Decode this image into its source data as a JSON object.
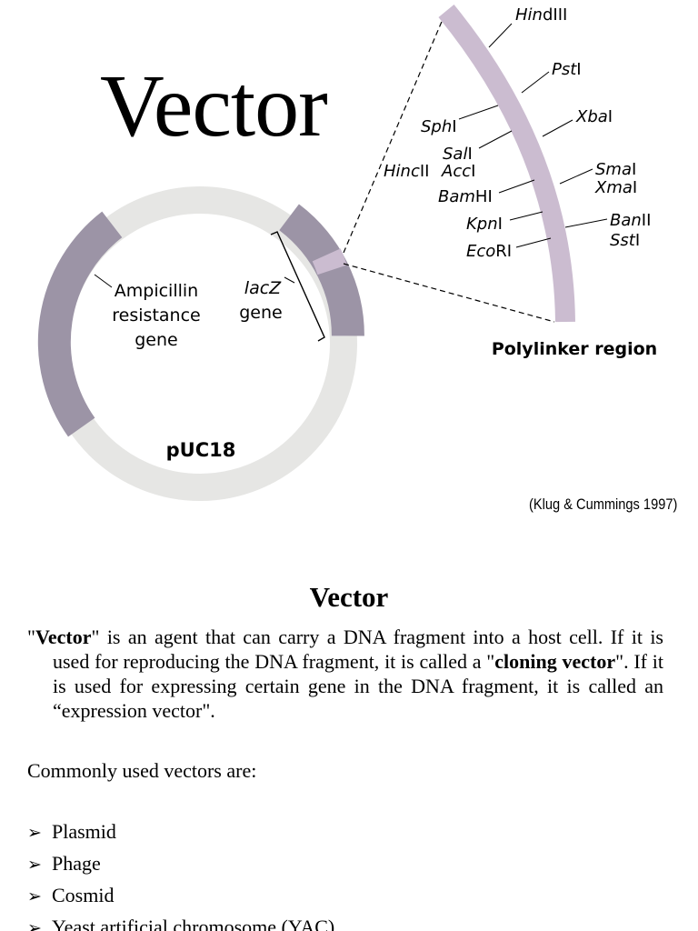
{
  "diagram": {
    "title": "Vector",
    "plasmid_name": "pUC18",
    "ampicillin_label": [
      "Ampicillin",
      "resistance",
      "gene"
    ],
    "lacz_label_italic": "lacZ",
    "lacz_label": "gene",
    "polylinker_label": "Polylinker region",
    "sites": {
      "hindiii": {
        "italic": "Hin",
        "normal": "dIII"
      },
      "psti": {
        "italic": "Pst",
        "normal": "I"
      },
      "xbai": {
        "italic": "Xba",
        "normal": "I"
      },
      "sphi": {
        "italic": "Sph",
        "normal": "I"
      },
      "sali": {
        "italic": "Sal",
        "normal": "I"
      },
      "hincii": {
        "italic": "Hinc",
        "normal": "II"
      },
      "acci": {
        "italic": "Acc",
        "normal": "I"
      },
      "smai": {
        "italic": "Sma",
        "normal": "I"
      },
      "xmai": {
        "italic": "Xma",
        "normal": "I"
      },
      "bamhi": {
        "italic": "Bam",
        "normal": "HI"
      },
      "kpni": {
        "italic": "Kpn",
        "normal": "I"
      },
      "banii": {
        "italic": "Ban",
        "normal": "II"
      },
      "ssti": {
        "italic": "Sst",
        "normal": "I"
      },
      "ecori": {
        "italic": "Eco",
        "normal": "RI"
      }
    },
    "citation": "(Klug & Cummings 1997)",
    "colors": {
      "ring_light": "#e6e6e4",
      "ring_dark": "#9c94a6",
      "polylinker": "#cbbcd0"
    }
  },
  "section": {
    "heading": "Vector",
    "definition": {
      "q1": "\"",
      "term": "Vector",
      "q2": "\"",
      "part1": " is an agent that can carry a DNA fragment into a host cell. If it is used for reproducing the DNA fragment, it is called a \"",
      "cloning": "cloning vector",
      "part2": "\". If it is used for expressing certain gene in the DNA fragment, it is called an “expression vector\"."
    },
    "intro": "Commonly used vectors are:",
    "bullet_glyph": "➢",
    "vectors": [
      "Plasmid",
      "Phage",
      "Cosmid",
      "Yeast artificial chromosome (YAC)"
    ]
  }
}
